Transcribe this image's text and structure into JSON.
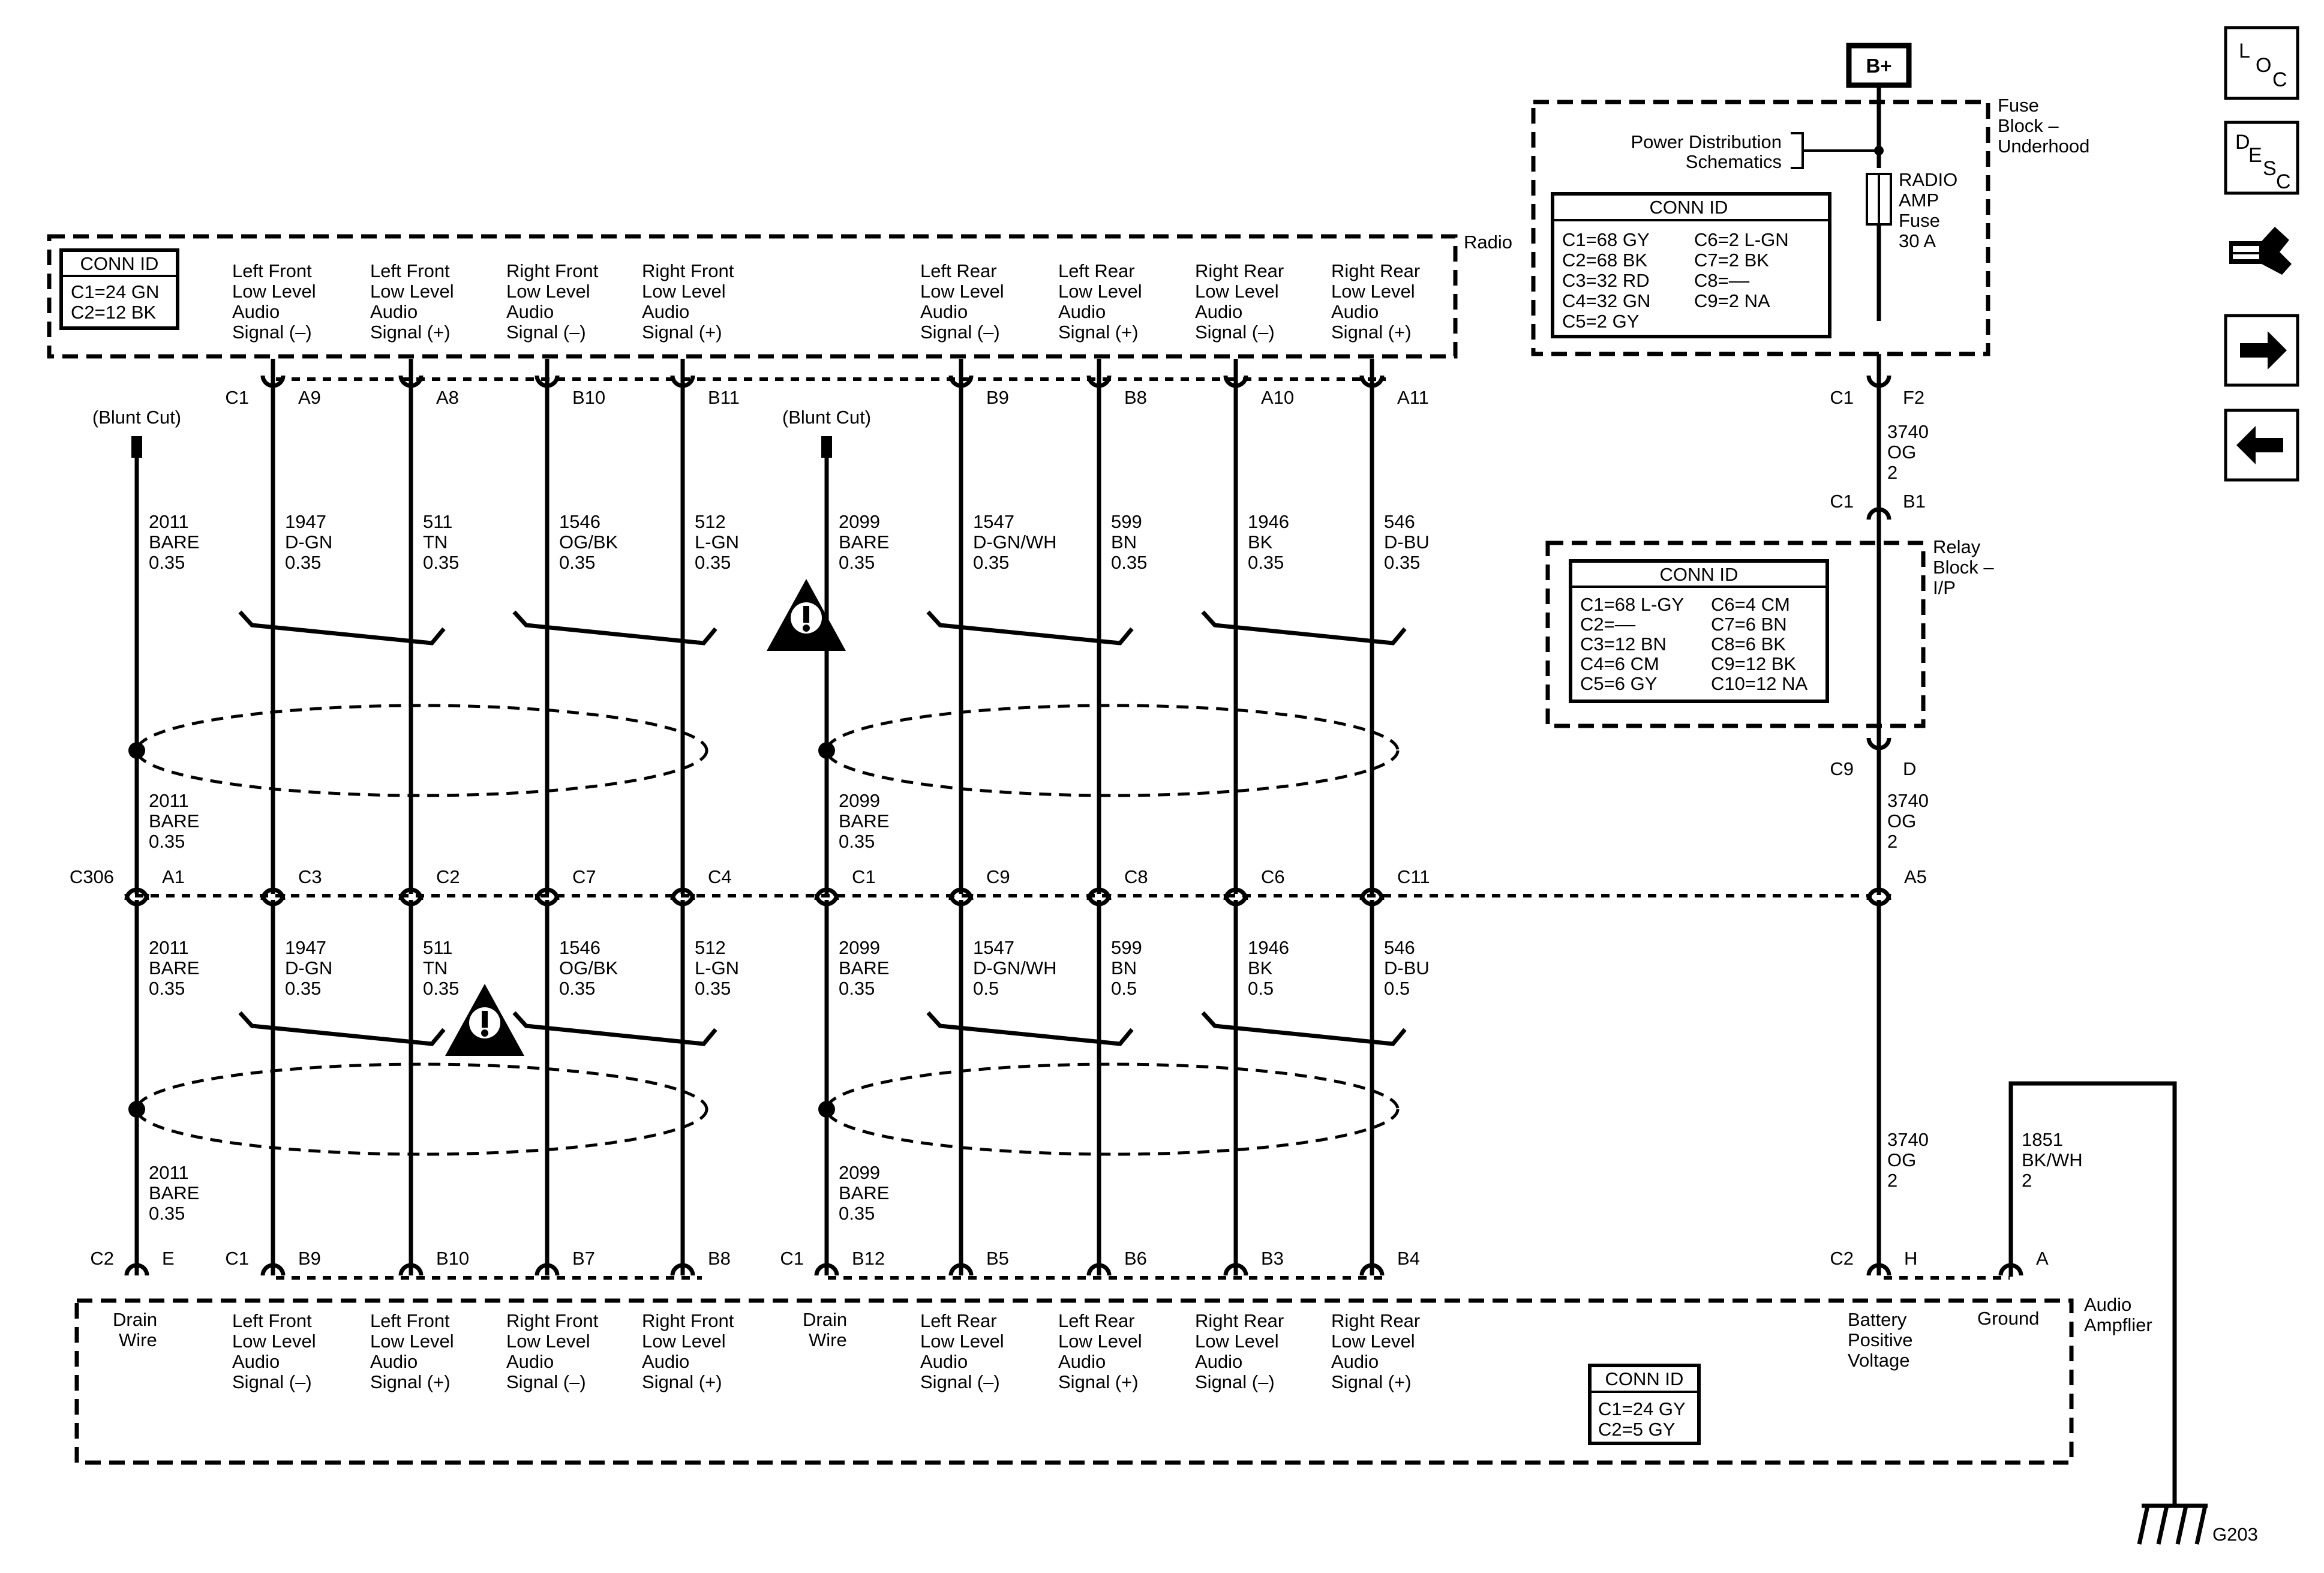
{
  "power_source": "B+",
  "radio": {
    "component_label": "Radio",
    "conn_id": {
      "title": "CONN ID",
      "lines": [
        "C1=24 GN",
        "C2=12 BK"
      ]
    },
    "connector_label": "C1",
    "pins": [
      {
        "pin": "A9",
        "signal": [
          "Left Front",
          "Low Level",
          "Audio",
          "Signal (–)"
        ]
      },
      {
        "pin": "A8",
        "signal": [
          "Left Front",
          "Low Level",
          "Audio",
          "Signal (+)"
        ]
      },
      {
        "pin": "B10",
        "signal": [
          "Right Front",
          "Low Level",
          "Audio",
          "Signal (–)"
        ]
      },
      {
        "pin": "B11",
        "signal": [
          "Right Front",
          "Low Level",
          "Audio",
          "Signal (+)"
        ]
      },
      {
        "pin": "B9",
        "signal": [
          "Left Rear",
          "Low Level",
          "Audio",
          "Signal (–)"
        ]
      },
      {
        "pin": "B8",
        "signal": [
          "Left Rear",
          "Low Level",
          "Audio",
          "Signal (+)"
        ]
      },
      {
        "pin": "A10",
        "signal": [
          "Right Rear",
          "Low Level",
          "Audio",
          "Signal (–)"
        ]
      },
      {
        "pin": "A11",
        "signal": [
          "Right Rear",
          "Low Level",
          "Audio",
          "Signal (+)"
        ]
      }
    ]
  },
  "fuse_block": {
    "label": [
      "Fuse",
      "Block –",
      "Underhood"
    ],
    "ref": [
      "Power Distribution",
      "Schematics"
    ],
    "fuse": [
      "RADIO",
      "AMP",
      "Fuse",
      "30 A"
    ],
    "conn_id": {
      "title": "CONN ID",
      "col1": [
        "C1=68 GY",
        "C2=68 BK",
        "C3=32 RD",
        "C4=32 GN",
        "C5=2 GY"
      ],
      "col2": [
        "C6=2 L-GN",
        "C7=2 BK",
        "C8=––",
        "C9=2 NA"
      ]
    },
    "out_connector": "C1",
    "out_pin": "F2"
  },
  "relay_block": {
    "label": [
      "Relay",
      "Block –",
      "I/P"
    ],
    "conn_id": {
      "title": "CONN ID",
      "col1": [
        "C1=68 L-GY",
        "C2=––",
        "C3=12 BN",
        "C4=6 CM",
        "C5=6 GY"
      ],
      "col2": [
        "C6=4 CM",
        "C7=6 BN",
        "C8=6 BK",
        "C9=12 BK",
        "C10=12 NA"
      ]
    },
    "in_connector": "C1",
    "in_pin": "B1",
    "out_connector": "C9",
    "out_pin": "D"
  },
  "blunt_cut": "(Blunt Cut)",
  "wire_labels_upper": [
    [
      "2011",
      "BARE",
      "0.35"
    ],
    [
      "1947",
      "D-GN",
      "0.35"
    ],
    [
      "511",
      "TN",
      "0.35"
    ],
    [
      "1546",
      "OG/BK",
      "0.35"
    ],
    [
      "512",
      "L-GN",
      "0.35"
    ],
    [
      "2099",
      "BARE",
      "0.35"
    ],
    [
      "1547",
      "D-GN/WH",
      "0.35"
    ],
    [
      "599",
      "BN",
      "0.35"
    ],
    [
      "1946",
      "BK",
      "0.35"
    ],
    [
      "546",
      "D-BU",
      "0.35"
    ]
  ],
  "drain_labels_mid": [
    [
      "2011",
      "BARE",
      "0.35"
    ],
    [
      "2099",
      "BARE",
      "0.35"
    ]
  ],
  "wire_labels_lower": [
    [
      "2011",
      "BARE",
      "0.35"
    ],
    [
      "1947",
      "D-GN",
      "0.35"
    ],
    [
      "511",
      "TN",
      "0.35"
    ],
    [
      "1546",
      "OG/BK",
      "0.35"
    ],
    [
      "512",
      "L-GN",
      "0.35"
    ],
    [
      "2099",
      "BARE",
      "0.35"
    ],
    [
      "1547",
      "D-GN/WH",
      "0.5"
    ],
    [
      "599",
      "BN",
      "0.5"
    ],
    [
      "1946",
      "BK",
      "0.5"
    ],
    [
      "546",
      "D-BU",
      "0.5"
    ]
  ],
  "drain_labels_bottom": [
    [
      "2011",
      "BARE",
      "0.35"
    ],
    [
      "2099",
      "BARE",
      "0.35"
    ]
  ],
  "power_wire": {
    "seg1": [
      "3740",
      "OG",
      "2"
    ],
    "seg2": [
      "3740",
      "OG",
      "2"
    ],
    "seg3": [
      "3740",
      "OG",
      "2"
    ]
  },
  "ground_wire": [
    "1851",
    "BK/WH",
    "2"
  ],
  "ground_label": "G203",
  "inline_connector": {
    "label": "C306",
    "pins": [
      "A1",
      "C3",
      "C2",
      "C7",
      "C4",
      "C1",
      "C9",
      "C8",
      "C6",
      "C11",
      "A5"
    ]
  },
  "amplifier": {
    "component_label": [
      "Audio",
      "Ampflier"
    ],
    "conn_id": {
      "title": "CONN ID",
      "lines": [
        "C1=24 GY",
        "C2=5 GY"
      ]
    },
    "connector_labels": [
      "C2",
      "C1",
      "C1",
      "C2"
    ],
    "pins": [
      "E",
      "B9",
      "B10",
      "B7",
      "B8",
      "B12",
      "B5",
      "B6",
      "B3",
      "B4",
      "H",
      "A"
    ],
    "drain_label": [
      "Drain",
      "Wire"
    ],
    "signals": [
      [
        "Left Front",
        "Low Level",
        "Audio",
        "Signal (–)"
      ],
      [
        "Left Front",
        "Low Level",
        "Audio",
        "Signal (+)"
      ],
      [
        "Right Front",
        "Low Level",
        "Audio",
        "Signal (–)"
      ],
      [
        "Right Front",
        "Low Level",
        "Audio",
        "Signal (+)"
      ],
      [
        "Left Rear",
        "Low Level",
        "Audio",
        "Signal (–)"
      ],
      [
        "Left Rear",
        "Low Level",
        "Audio",
        "Signal (+)"
      ],
      [
        "Right Rear",
        "Low Level",
        "Audio",
        "Signal (–)"
      ],
      [
        "Right Rear",
        "Low Level",
        "Audio",
        "Signal (+)"
      ]
    ],
    "battery": [
      "Battery",
      "Positive",
      "Voltage"
    ],
    "ground": "Ground"
  },
  "nav": {
    "loc": [
      "L",
      "O",
      "C"
    ],
    "desc": [
      "D",
      "E",
      "S",
      "C"
    ],
    "icons": [
      "connector-end-view-icon",
      "next-page-arrow-icon",
      "previous-page-arrow-icon"
    ]
  }
}
